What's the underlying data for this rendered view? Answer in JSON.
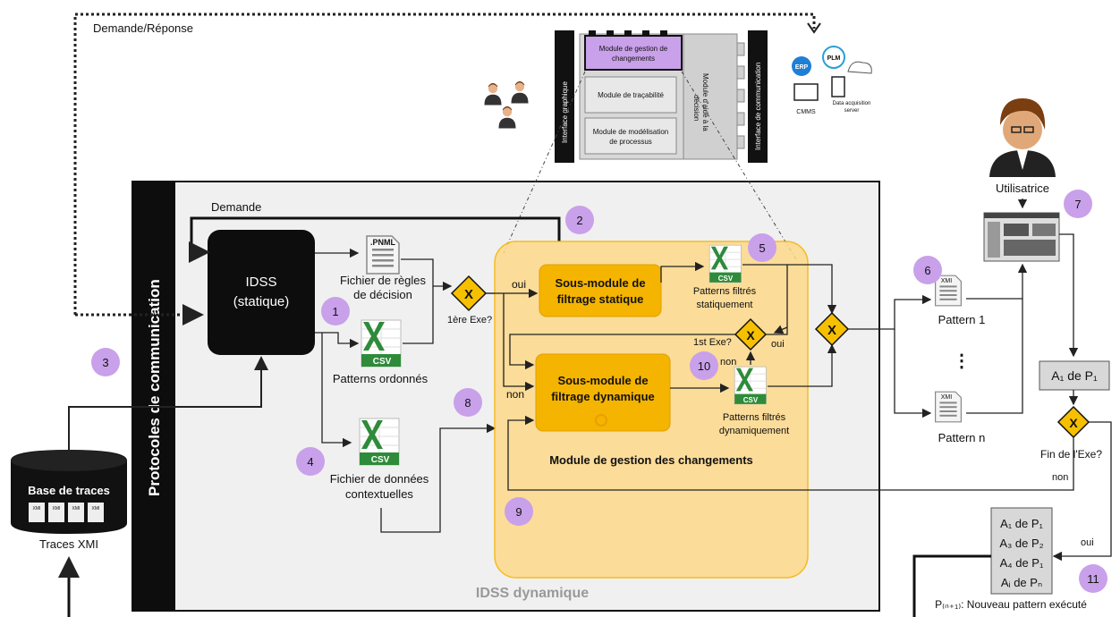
{
  "top": {
    "demande_reponse": "Demande/Réponse",
    "architecture": {
      "gestion_changements": [
        "Module de gestion de",
        "changements"
      ],
      "tracabilite": "Module de traçabilité",
      "modelisation": [
        "Module de modélisation",
        "de processus"
      ],
      "aide_decision": [
        "Module d'aide à la",
        "décision"
      ],
      "interface_graphique": "Interface graphique",
      "interface_communication": "Interface de communication",
      "erp": "ERP",
      "plm": "PLM",
      "cmms": "CMMS",
      "data_acquisition": [
        "Data acquisition",
        "server"
      ]
    }
  },
  "left": {
    "protocoles": "Protocoles de communication",
    "base_traces": "Base de traces",
    "xmi_icon": "XMI",
    "traces_xmi": "Traces XMI"
  },
  "main": {
    "idss_static": [
      "IDSS",
      "(statique)"
    ],
    "idss_dynamique": "IDSS dynamique",
    "demande": "Demande",
    "pnml": ".PNML",
    "regles": [
      "Fichier de règles",
      "de décision"
    ],
    "csv": "CSV",
    "patterns_ordonnes": "Patterns ordonnés",
    "donnees_contextuelles": [
      "Fichier de données",
      "contextuelles"
    ],
    "gateway_x": "X",
    "premiere_exe": "1ère Exe?",
    "first_exe": "1st Exe?",
    "oui": "oui",
    "non": "non",
    "filtrage_statique": [
      "Sous-module de",
      "filtrage statique"
    ],
    "filtrage_dynamique": [
      "Sous-module de",
      "filtrage dynamique"
    ],
    "filtres_statiquement": [
      "Patterns filtrés",
      "statiquement"
    ],
    "filtres_dynamiquement": [
      "Patterns filtrés",
      "dynamiquement"
    ],
    "module_gestion": "Module de gestion des changements"
  },
  "right": {
    "utilisatrice": "Utilisatrice",
    "xmi_icon": "XMI",
    "pattern_1": "Pattern 1",
    "ellipsis": "⋮",
    "pattern_n": "Pattern n",
    "a1p1": "A₁ de P₁",
    "fin_exe": "Fin de l'Exe?",
    "non": "non",
    "oui": "oui",
    "list": [
      "A₁ de P₁",
      "A₃ de P₂",
      "A₄ de P₁",
      "Aᵢ de Pₙ"
    ],
    "nouveau_pattern": "P₍ₙ₊₁₎: Nouveau pattern exécuté"
  },
  "steps": [
    "1",
    "2",
    "3",
    "4",
    "5",
    "6",
    "7",
    "8",
    "9",
    "10",
    "11"
  ],
  "colors": {
    "step_circle": "#c9a0ea",
    "module_bg": "#fdd98a",
    "submodule": "#f5b400",
    "gateway": "#f6c000",
    "panel_bg": "#f0f0f0",
    "excel_green": "#2e8b3a"
  }
}
